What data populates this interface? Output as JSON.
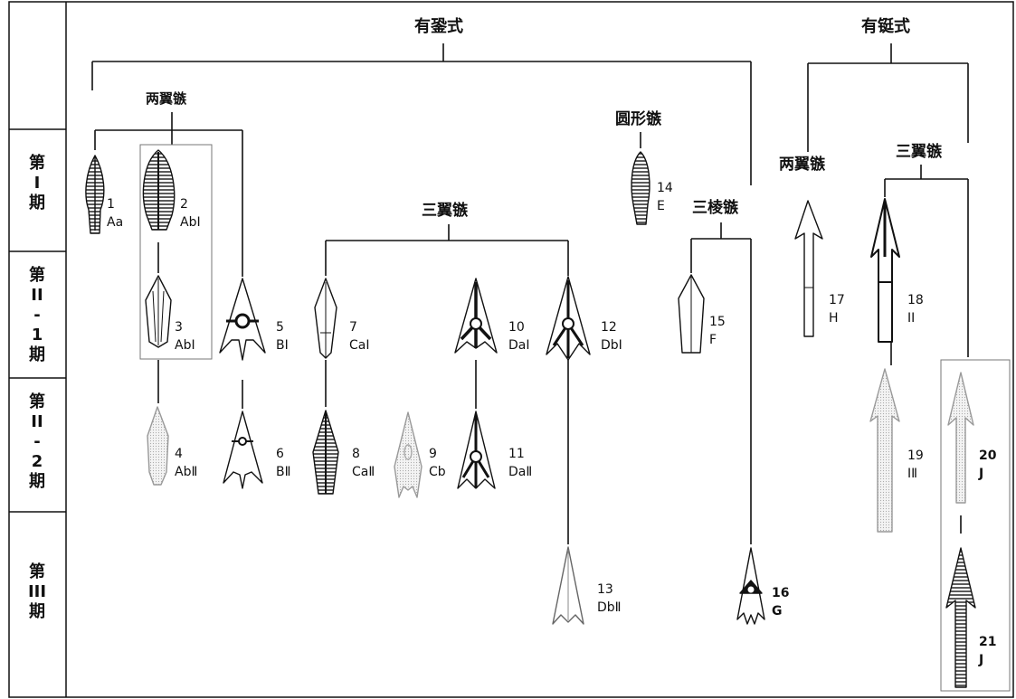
{
  "periods": [
    {
      "label": "第\nI\n期"
    },
    {
      "label": "第\nII\n-\n1\n期"
    },
    {
      "label": "第\nII\n-\n2\n期"
    },
    {
      "label": "第\nIII\n期"
    }
  ],
  "groups": {
    "socket": "有銎式",
    "tang": "有铤式",
    "socket_two_wing": "两翼镞",
    "socket_round": "圆形镞",
    "socket_three_wing": "三翼镞",
    "socket_three_edge": "三棱镞",
    "tang_two_wing": "两翼镞",
    "tang_three_wing": "三翼镞"
  },
  "arrowheads": [
    {
      "num": "1",
      "type": "Aa"
    },
    {
      "num": "2",
      "type": "AbⅠ"
    },
    {
      "num": "3",
      "type": "AbⅠ"
    },
    {
      "num": "4",
      "type": "AbⅡ"
    },
    {
      "num": "5",
      "type": "BⅠ"
    },
    {
      "num": "6",
      "type": "BⅡ"
    },
    {
      "num": "7",
      "type": "CaⅠ"
    },
    {
      "num": "8",
      "type": "CaⅡ"
    },
    {
      "num": "9",
      "type": "Cb"
    },
    {
      "num": "10",
      "type": "DaⅠ"
    },
    {
      "num": "11",
      "type": "DaⅡ"
    },
    {
      "num": "12",
      "type": "DbⅠ"
    },
    {
      "num": "13",
      "type": "DbⅡ"
    },
    {
      "num": "14",
      "type": "E"
    },
    {
      "num": "15",
      "type": "F"
    },
    {
      "num": "16",
      "type": "G"
    },
    {
      "num": "17",
      "type": "H"
    },
    {
      "num": "18",
      "type": "IⅠ"
    },
    {
      "num": "19",
      "type": "IⅡ"
    },
    {
      "num": "20",
      "type": "J"
    },
    {
      "num": "21",
      "type": "J"
    }
  ]
}
